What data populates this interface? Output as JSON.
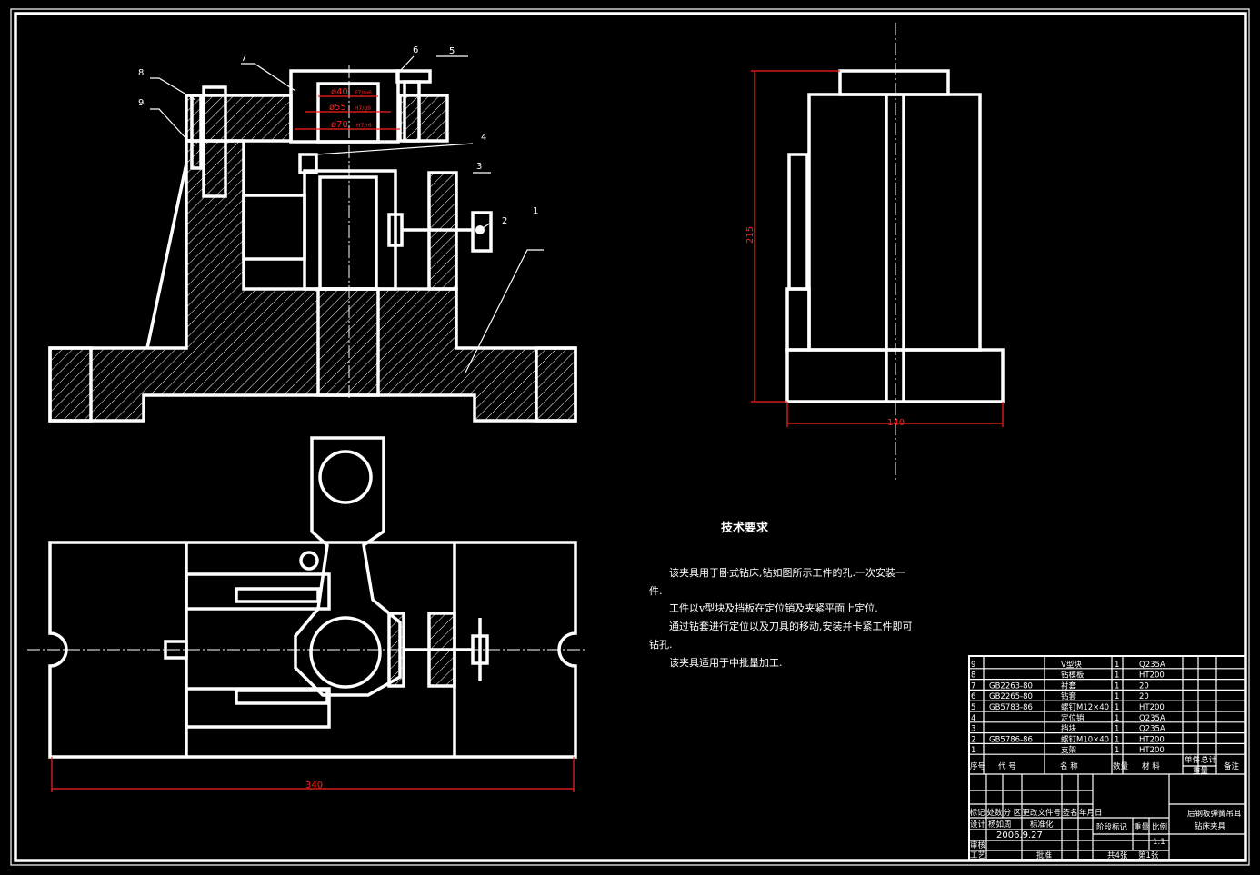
{
  "colors": {
    "background": "#000000",
    "lines": "#ffffff",
    "dimensions": "#ff2020"
  },
  "balloons": [
    "1",
    "2",
    "3",
    "4",
    "5",
    "6",
    "7",
    "8",
    "9"
  ],
  "dimensions": {
    "bore_1": "ø40",
    "bore_1_fit": "F7/m6",
    "bore_2": "ø55",
    "bore_2_fit": "H7/g9",
    "bore_3": "ø70",
    "bore_3_fit": "H7/r6",
    "height": "215",
    "width": "140",
    "length": "340"
  },
  "notes": {
    "title": "技术要求",
    "lines": [
      "该夹具用于卧式钻床,钻如图所示工件的孔.一次安装一",
      "件.",
      "工件以v型块及挡板在定位销及夹紧平面上定位.",
      "通过钻套进行定位以及刀具的移动,安装并卡紧工件即可",
      "钻孔.",
      "该夹具适用于中批量加工."
    ]
  },
  "parts": [
    {
      "no": "9",
      "code": "",
      "name": "V型块",
      "qty": "1",
      "material": "Q235A"
    },
    {
      "no": "8",
      "code": "",
      "name": "钻模板",
      "qty": "1",
      "material": "HT200"
    },
    {
      "no": "7",
      "code": "GB2263-80",
      "name": "衬套",
      "qty": "1",
      "material": "20"
    },
    {
      "no": "6",
      "code": "GB2265-80",
      "name": "钻套",
      "qty": "1",
      "material": "20"
    },
    {
      "no": "5",
      "code": "GB5783-86",
      "name": "螺钉M12×40",
      "qty": "1",
      "material": "HT200"
    },
    {
      "no": "4",
      "code": "",
      "name": "定位销",
      "qty": "1",
      "material": "Q235A"
    },
    {
      "no": "3",
      "code": "",
      "name": "挡块",
      "qty": "1",
      "material": "Q235A"
    },
    {
      "no": "2",
      "code": "GB5786-86",
      "name": "螺钉M10×40",
      "qty": "1",
      "material": "HT200"
    },
    {
      "no": "1",
      "code": "",
      "name": "支架",
      "qty": "1",
      "material": "HT200"
    }
  ],
  "parts_header": {
    "no": "序号",
    "code": "代  号",
    "name": "名  称",
    "qty": "数量",
    "material": "材  料",
    "unit": "单件",
    "total": "总计",
    "weight": "重量",
    "remark": "备注"
  },
  "title_block": {
    "mark": "标记",
    "count": "处数",
    "zone": "分 区",
    "doc": "更改文件号",
    "sign": "签名",
    "date_h": "年月日",
    "design": "设计",
    "designer": "杨如周",
    "std": "标准化",
    "date": "2006.9.27",
    "review": "审核",
    "process": "工艺",
    "approve": "批准",
    "stage": "阶段标记",
    "weight": "重量",
    "scale": "比例",
    "scale_val": "1:1",
    "sheets": "共4张",
    "sheet": "第1张",
    "title_1": "后钢板弹簧吊耳",
    "title_2": "钻床夹具"
  }
}
